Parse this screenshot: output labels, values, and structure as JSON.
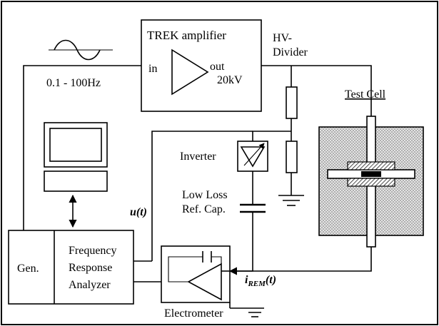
{
  "labels": {
    "signal_frequency": "0.1 - 100Hz",
    "amplifier_title": "TREK amplifier",
    "amplifier_in": "in",
    "amplifier_out": "out",
    "amplifier_voltage": "20kV",
    "hv_divider_line1": "HV-",
    "hv_divider_line2": "Divider",
    "test_cell": "Test Cell",
    "inverter": "Inverter",
    "ref_cap_line1": "Low Loss",
    "ref_cap_line2": "Ref. Cap.",
    "voltage_signal": "u(t)",
    "current_signal_main": "i",
    "current_signal_sub": "REM",
    "current_signal_tail": "(t)",
    "generator": "Gen.",
    "fra_line1": "Frequency",
    "fra_line2": "Response",
    "fra_line3": "Analyzer",
    "electrometer": "Electrometer"
  },
  "colors": {
    "line": "#000000",
    "background": "#ffffff",
    "stipple": "#b8b8b8"
  },
  "icons": [
    "sine-wave-icon",
    "monitor-icon",
    "amplifier-triangle-icon",
    "inverter-icon",
    "ground-icon",
    "capacitor-icon",
    "resistor-icon",
    "double-arrow-icon"
  ]
}
